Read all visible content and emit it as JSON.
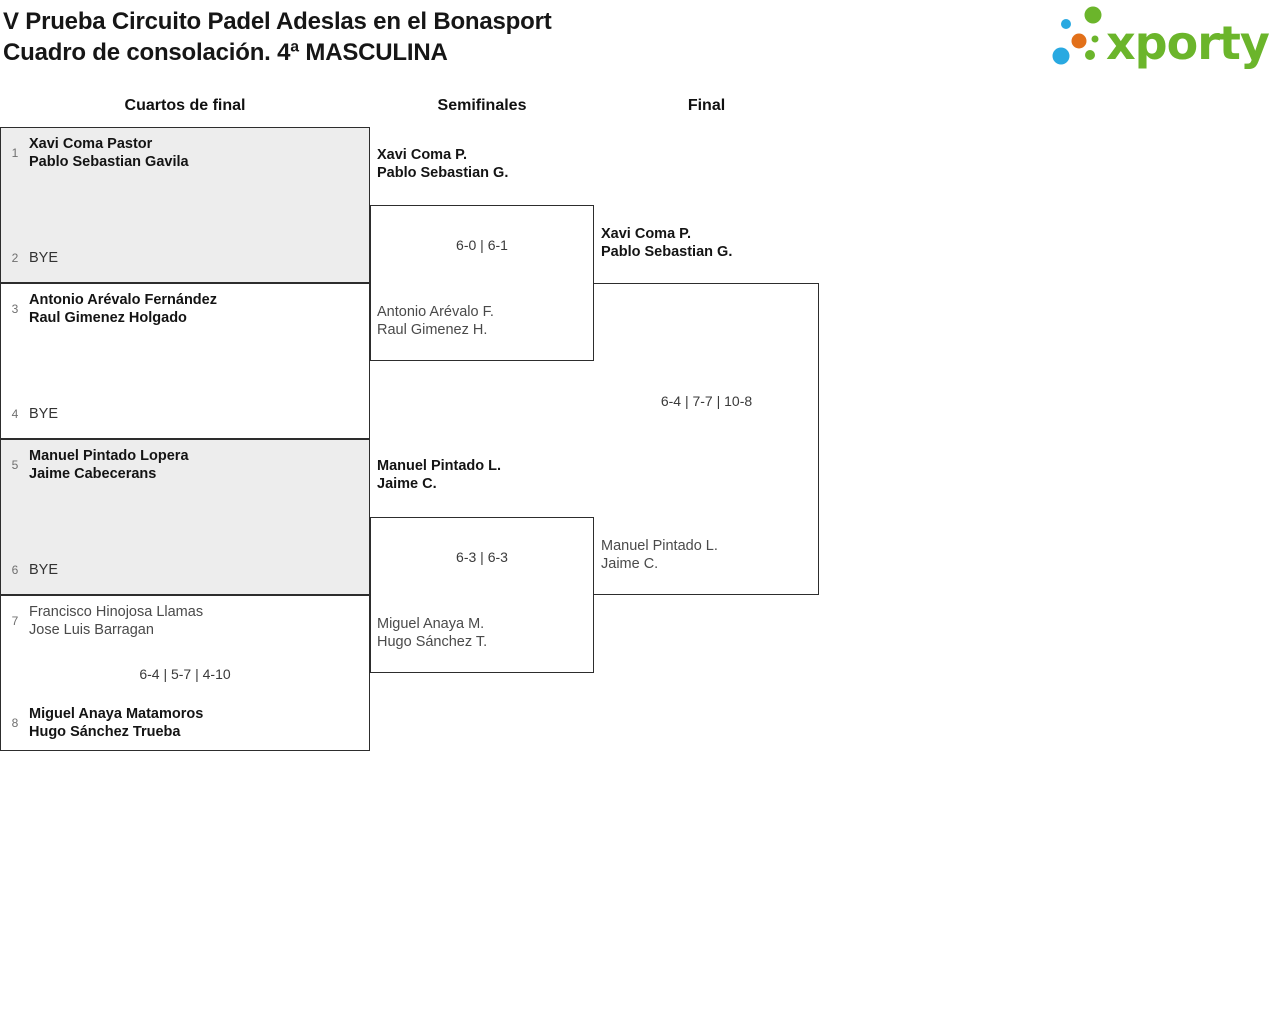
{
  "header": {
    "title_line1": "V Prueba Circuito Padel Adeslas en el Bonasport",
    "title_line2": "Cuadro de consolación. 4ª MASCULINA",
    "logo": {
      "text": "xporty"
    }
  },
  "colors": {
    "brand_green": "#6bb52b",
    "brand_blue": "#29a9e1",
    "brand_orange": "#e2701a",
    "box_gray": "#ededed",
    "border_dark": "#2d2d2d"
  },
  "rounds": {
    "quarterfinals_label": "Cuartos de final",
    "semifinals_label": "Semifinales",
    "final_label": "Final"
  },
  "bracket": {
    "quarterfinals": [
      {
        "seed_top": "1",
        "team_top": [
          "Xavi Coma Pastor",
          "Pablo Sebastian Gavila"
        ],
        "seed_bottom": "2",
        "team_bottom": [
          "BYE"
        ]
      },
      {
        "seed_top": "3",
        "team_top": [
          "Antonio Arévalo Fernández",
          "Raul Gimenez Holgado"
        ],
        "seed_bottom": "4",
        "team_bottom": [
          "BYE"
        ]
      },
      {
        "seed_top": "5",
        "team_top": [
          "Manuel Pintado Lopera",
          "Jaime Cabecerans"
        ],
        "seed_bottom": "6",
        "team_bottom": [
          "BYE"
        ]
      },
      {
        "seed_top": "7",
        "team_top": [
          "Francisco Hinojosa Llamas",
          "Jose Luis Barragan"
        ],
        "seed_bottom": "8",
        "team_bottom": [
          "Miguel Anaya Matamoros",
          "Hugo Sánchez Trueba"
        ],
        "score": "6-4 | 5-7 | 4-10"
      }
    ],
    "semifinals": [
      {
        "team_top": [
          "Xavi Coma P.",
          "Pablo Sebastian G."
        ],
        "score": "6-0 | 6-1",
        "team_bottom": [
          "Antonio Arévalo F.",
          "Raul Gimenez H."
        ]
      },
      {
        "team_top": [
          "Manuel Pintado L.",
          "Jaime C."
        ],
        "score": "6-3 | 6-3",
        "team_bottom": [
          "Miguel Anaya M.",
          "Hugo Sánchez T."
        ]
      }
    ],
    "final": {
      "team_top": [
        "Xavi Coma P.",
        "Pablo Sebastian G."
      ],
      "score": "6-4 | 7-7 | 10-8",
      "team_bottom": [
        "Manuel Pintado L.",
        "Jaime C."
      ]
    }
  }
}
